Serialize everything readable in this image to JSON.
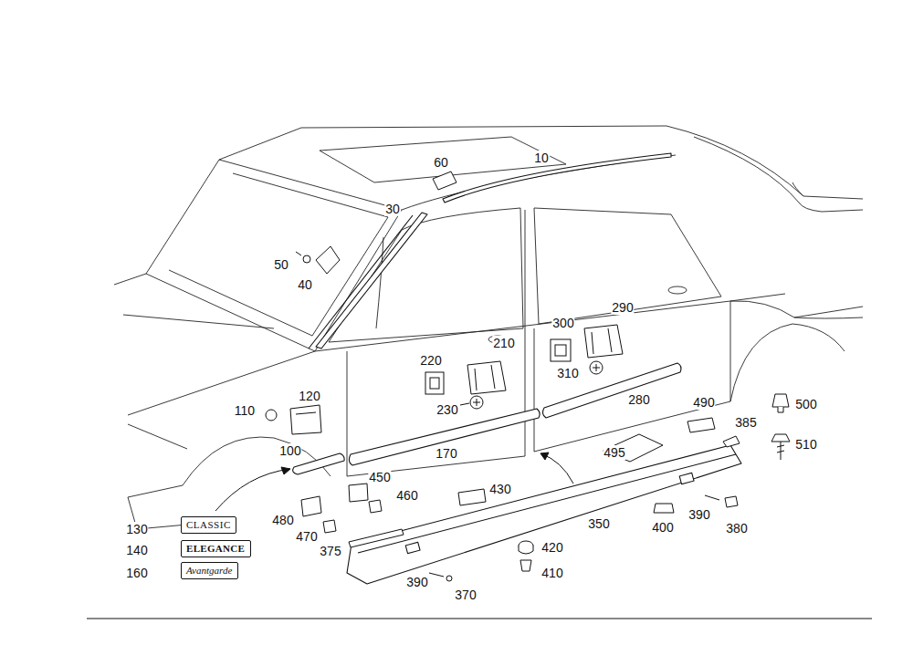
{
  "diagram": {
    "nodes": [
      {
        "text": [
          "CLASSIC"
        ]
      },
      {
        "text": [
          "ELEGANCE"
        ]
      },
      {
        "text": [
          "Avantgarde"
        ]
      }
    ],
    "labels": [
      "10",
      "60",
      "30",
      "50",
      "40",
      "220",
      "210",
      "300",
      "290",
      "310",
      "230",
      "280",
      "110",
      "120",
      "100",
      "170",
      "490",
      "385",
      "500",
      "510",
      "495",
      "450",
      "460",
      "430",
      "480",
      "470",
      "375",
      "350",
      "400",
      "390",
      "380",
      "420",
      "410",
      "390",
      "370",
      "130",
      "140",
      "160"
    ]
  }
}
